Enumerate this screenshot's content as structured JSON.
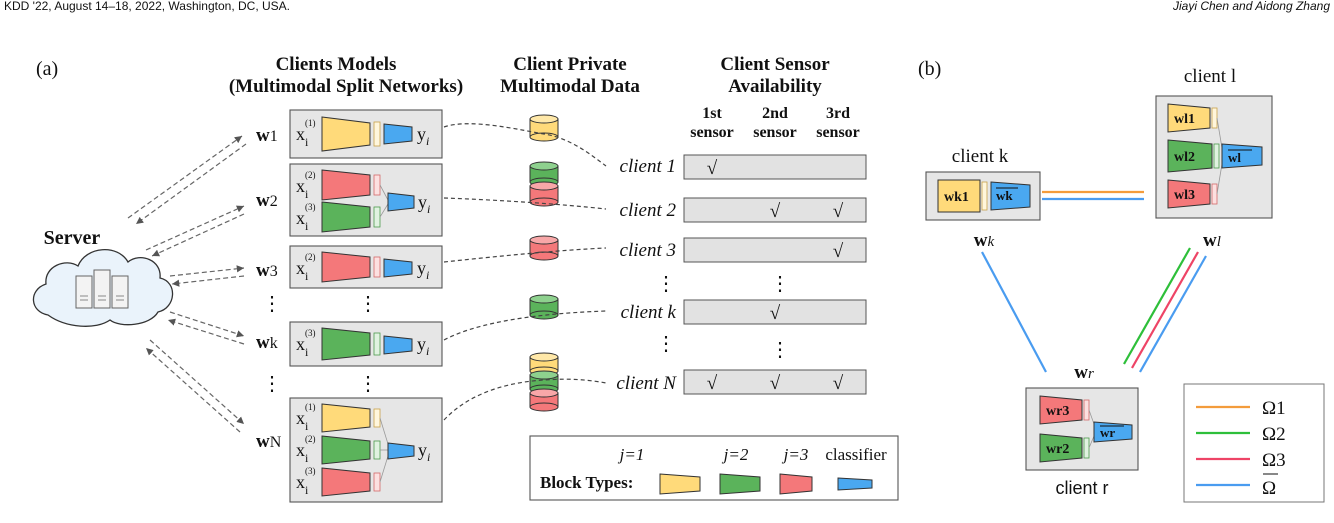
{
  "page_header": {
    "left": "KDD '22, August 14–18, 2022, Washington, DC, USA.",
    "right": "Jiayi Chen and Aidong Zhang"
  },
  "panel_a": {
    "label": "(a)",
    "server": "Server",
    "headers": {
      "models_1": "Clients Models",
      "models_2": "(Multimodal Split Networks)",
      "data_1": "Client Private",
      "data_2": "Multimodal Data",
      "sensor_1": "Client Sensor",
      "sensor_2": "Availability"
    },
    "sensors": {
      "s1a": "1st",
      "s1b": "sensor",
      "s2a": "2nd",
      "s2b": "sensor",
      "s3a": "3rd",
      "s3b": "sensor"
    },
    "weights": [
      {
        "w": "w",
        "sub": "1"
      },
      {
        "w": "w",
        "sub": "2"
      },
      {
        "w": "w",
        "sub": "3"
      },
      {
        "w": "w",
        "sub": "k"
      },
      {
        "w": "w",
        "sub": "N"
      }
    ],
    "x_base": "x",
    "x_sub": "i",
    "x_sup1": "(1)",
    "x_sup2": "(2)",
    "x_sup3": "(3)",
    "y_base": "y",
    "y_sub": "i",
    "clients": [
      {
        "label": "client 1",
        "checks": [
          "√",
          "",
          ""
        ]
      },
      {
        "label": "client 2",
        "checks": [
          "",
          "√",
          "√"
        ]
      },
      {
        "label": "client 3",
        "checks": [
          "",
          "",
          "√"
        ]
      },
      {
        "label": "client k",
        "checks": [
          "",
          "√",
          ""
        ]
      },
      {
        "label": "client N",
        "checks": [
          "√",
          "√",
          "√"
        ]
      }
    ],
    "vdots": "⋮",
    "legend": {
      "title": "Block Types:",
      "j1": "j=1",
      "j2": "j=2",
      "j3": "j=3",
      "classifier": "classifier"
    }
  },
  "panel_b": {
    "label": "(b)",
    "client_k": "client k",
    "client_l": "client l",
    "client_r": "client r",
    "wk": "w",
    "wk_sub": "k",
    "wl": "w",
    "wl_sub": "l",
    "wr": "w",
    "wr_sub": "r",
    "blocks": {
      "k1": "wk1",
      "kbar": "wk",
      "l1": "wl1",
      "l2": "wl2",
      "l3": "wl3",
      "lbar": "wl",
      "r3": "wr3",
      "r2": "wr2",
      "rbar": "wr"
    },
    "legend": [
      "Ω1",
      "Ω2",
      "Ω3",
      "Ω"
    ]
  },
  "colors": {
    "first_sensor": "#E8961E",
    "second_sensor": "#1E8A1E",
    "third_sensor": "#EE5533",
    "omega1": "#F39C3C",
    "omega2": "#2EBF3A",
    "omega3": "#EE4466",
    "omega_bar": "#4A9CF0"
  }
}
